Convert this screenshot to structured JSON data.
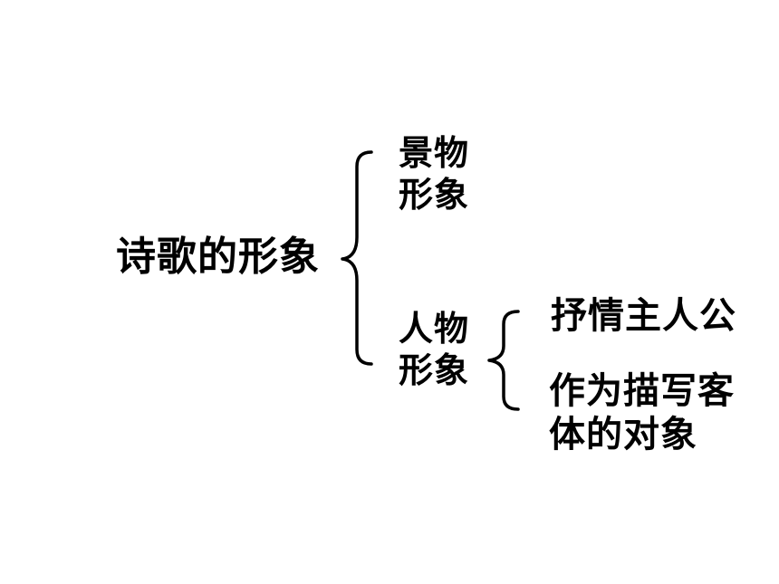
{
  "diagram": {
    "root": {
      "label": "诗歌的形象"
    },
    "branches": [
      {
        "lines": [
          "景物",
          "形象"
        ]
      },
      {
        "lines": [
          "人物",
          "形象"
        ]
      }
    ],
    "sub_branches": [
      {
        "lines": [
          "抒情主人公"
        ]
      },
      {
        "lines": [
          "作为描写客",
          "体的对象"
        ]
      }
    ]
  },
  "colors": {
    "background": "#ffffff",
    "text": "#000000",
    "brace": "#000000"
  }
}
